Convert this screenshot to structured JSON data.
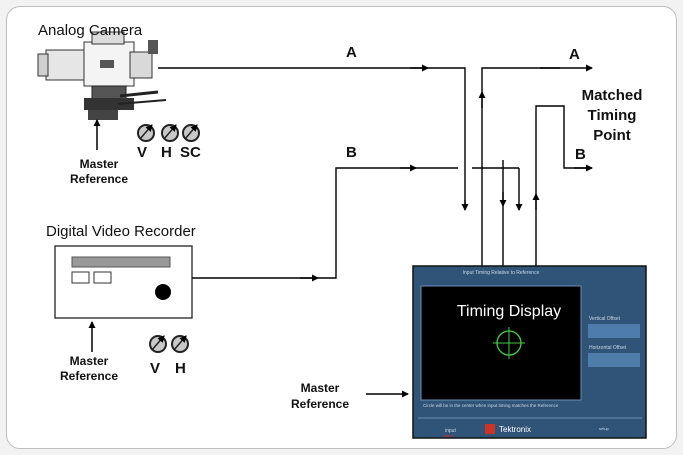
{
  "camera": {
    "title": "Analog Camera",
    "reference": "Master\nReference",
    "knobs": [
      "V",
      "H",
      "SC"
    ]
  },
  "dvr": {
    "title": "Digital Video Recorder",
    "reference": "Master\nReference",
    "knobs": [
      "V",
      "H"
    ]
  },
  "signals": {
    "a_in": "A",
    "b_in": "B",
    "a_out": "A",
    "b_out": "B"
  },
  "matched": "Matched\nTiming\nPoint",
  "monitor": {
    "reference": "Master\nReference",
    "header": "Input Timing Relative to Reference",
    "display_label": "Timing Display",
    "side_vertical": "Vertical Offset",
    "side_horizontal": "Horizontal Offset",
    "bottom_text": "Circle will be in the center when input timing matches the Reference",
    "brand": "Tektronix"
  },
  "colors": {
    "monitor_body": "#2f5478",
    "monitor_screen": "#000000",
    "monitor_panel": "#4e7cab",
    "crosshair": "#44cc44",
    "brand_red": "#cc3322"
  }
}
